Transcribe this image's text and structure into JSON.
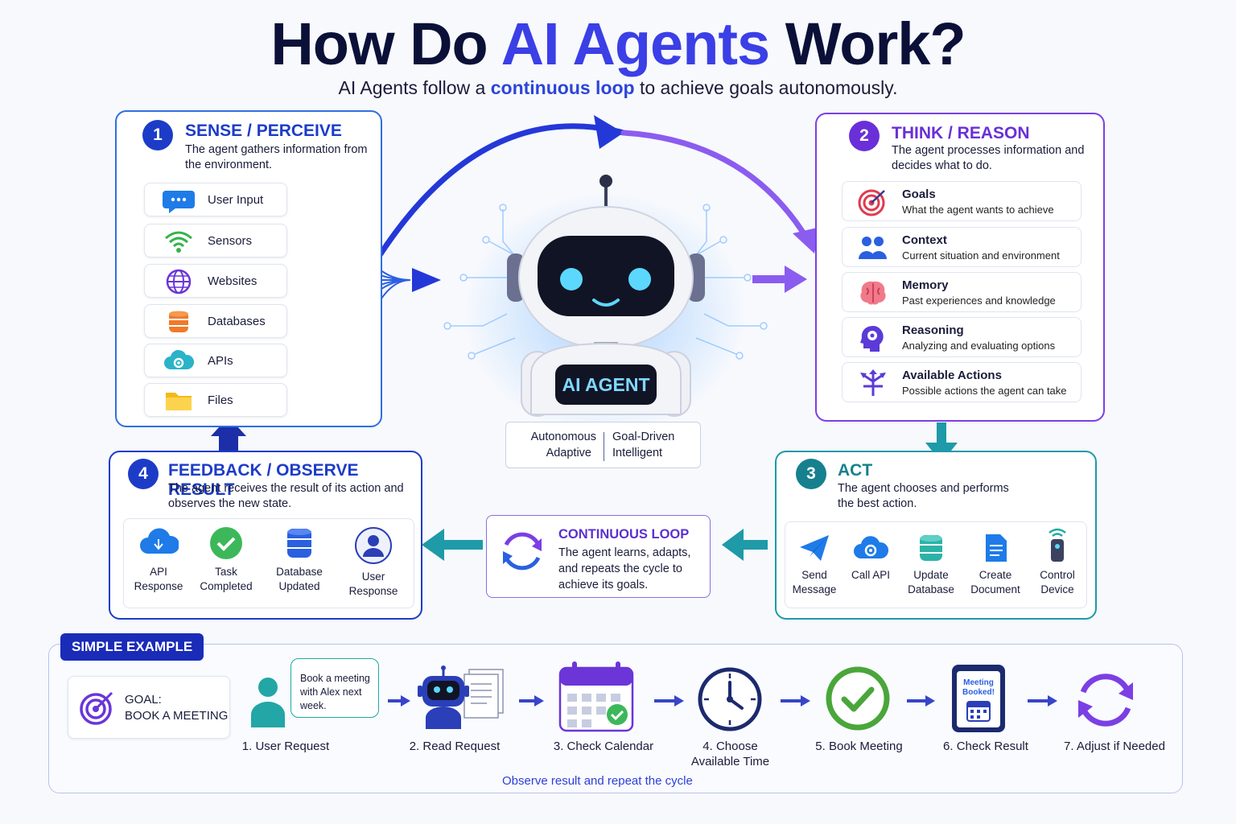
{
  "header": {
    "title_pre": "How Do ",
    "title_highlight": "AI Agents",
    "title_post": " Work?",
    "subtitle_pre": "AI Agents follow a ",
    "subtitle_highlight": "continuous loop",
    "subtitle_post": " to achieve goals autonomously."
  },
  "sense": {
    "number": "1",
    "title": "SENSE / PERCEIVE",
    "description": "The agent gathers information from the environment.",
    "items": [
      {
        "label": "User Input",
        "icon": "chat-bubble-icon"
      },
      {
        "label": "Sensors",
        "icon": "wifi-icon"
      },
      {
        "label": "Websites",
        "icon": "globe-icon"
      },
      {
        "label": "Databases",
        "icon": "database-icon"
      },
      {
        "label": "APIs",
        "icon": "cloud-gear-icon"
      },
      {
        "label": "Files",
        "icon": "folder-icon"
      }
    ]
  },
  "think": {
    "number": "2",
    "title": "THINK / REASON",
    "description": "The agent processes information and decides what to do.",
    "items": [
      {
        "title": "Goals",
        "description": "What the agent wants to achieve",
        "icon": "target-icon"
      },
      {
        "title": "Context",
        "description": "Current situation and environment",
        "icon": "people-icon"
      },
      {
        "title": "Memory",
        "description": "Past experiences and knowledge",
        "icon": "brain-icon"
      },
      {
        "title": "Reasoning",
        "description": "Analyzing and evaluating options",
        "icon": "head-gear-icon"
      },
      {
        "title": "Available Actions",
        "description": "Possible actions the agent can take",
        "icon": "branch-arrows-icon"
      }
    ]
  },
  "act": {
    "number": "3",
    "title": "ACT",
    "description": "The agent chooses and performs the best action.",
    "items": [
      {
        "label": "Send Message",
        "icon": "paper-plane-icon"
      },
      {
        "label": "Call API",
        "icon": "cloud-gear-icon"
      },
      {
        "label": "Update Database",
        "icon": "database-icon"
      },
      {
        "label": "Create Document",
        "icon": "document-icon"
      },
      {
        "label": "Control Device",
        "icon": "device-icon"
      }
    ]
  },
  "feedback": {
    "number": "4",
    "title": "FEEDBACK / OBSERVE RESULT",
    "description": "The agent receives the result of its action and observes the new state.",
    "items": [
      {
        "label": "API Response",
        "icon": "cloud-icon"
      },
      {
        "label": "Task Completed",
        "icon": "check-circle-icon"
      },
      {
        "label": "Database Updated",
        "icon": "database-icon"
      },
      {
        "label": "User Response",
        "icon": "user-icon"
      }
    ]
  },
  "loop": {
    "title": "CONTINUOUS LOOP",
    "description": "The agent learns, adapts, and repeats the cycle to achieve its goals."
  },
  "agent": {
    "badge": "AI AGENT",
    "traits": [
      "Autonomous",
      "Goal-Driven",
      "Adaptive",
      "Intelligent"
    ]
  },
  "example": {
    "tag": "SIMPLE EXAMPLE",
    "goal_line1": "GOAL:",
    "goal_line2": "BOOK A MEETING",
    "bubble": "Book a meeting with Alex next week.",
    "calendar_label": "Meeting Booked!",
    "steps": [
      "1. User Request",
      "2. Read Request",
      "3. Check Calendar",
      "4. Choose Available Time",
      "5. Book Meeting",
      "6. Check Result",
      "7. Adjust if Needed"
    ],
    "footer": "Observe result and repeat the cycle"
  },
  "colors": {
    "blue": "#2f6fe0",
    "purple": "#7b3fe4",
    "teal": "#1e9aa8",
    "navy": "#1c2fa8"
  }
}
